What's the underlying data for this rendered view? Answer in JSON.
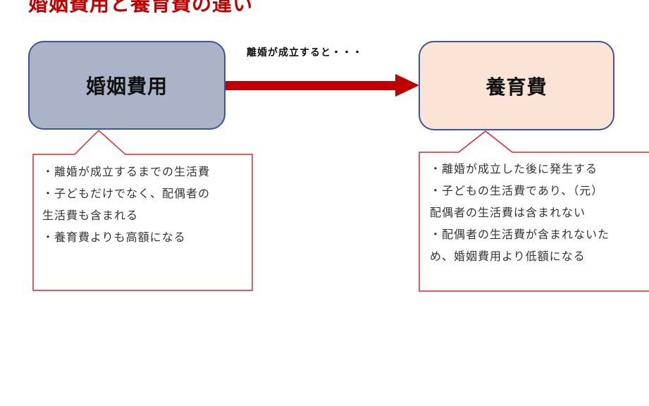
{
  "title": "婚姻費用と養育費の違い",
  "arrow_label": "離婚が成立すると・・・",
  "left_box": {
    "label": "婚姻費用"
  },
  "right_box": {
    "label": "養育費"
  },
  "left_callout": {
    "lines": [
      "・離婚が成立するまでの生活費",
      "・子どもだけでなく、配偶者の",
      "生活費も含まれる",
      "・養育費よりも高額になる"
    ]
  },
  "right_callout": {
    "lines": [
      "・離婚が成立した後に発生する",
      "・子どもの生活費であり、（元）",
      "配偶者の生活費は含まれない",
      "・配偶者の生活費が含まれないた",
      "め、婚姻費用より低額になる"
    ]
  },
  "colors": {
    "title": "#c00000",
    "arrow": "#c00000",
    "callout_border": "#e0252b",
    "left_box_fill": "#aab3c8",
    "right_box_fill": "#fbe3d6",
    "box_border": "#3b5698"
  }
}
